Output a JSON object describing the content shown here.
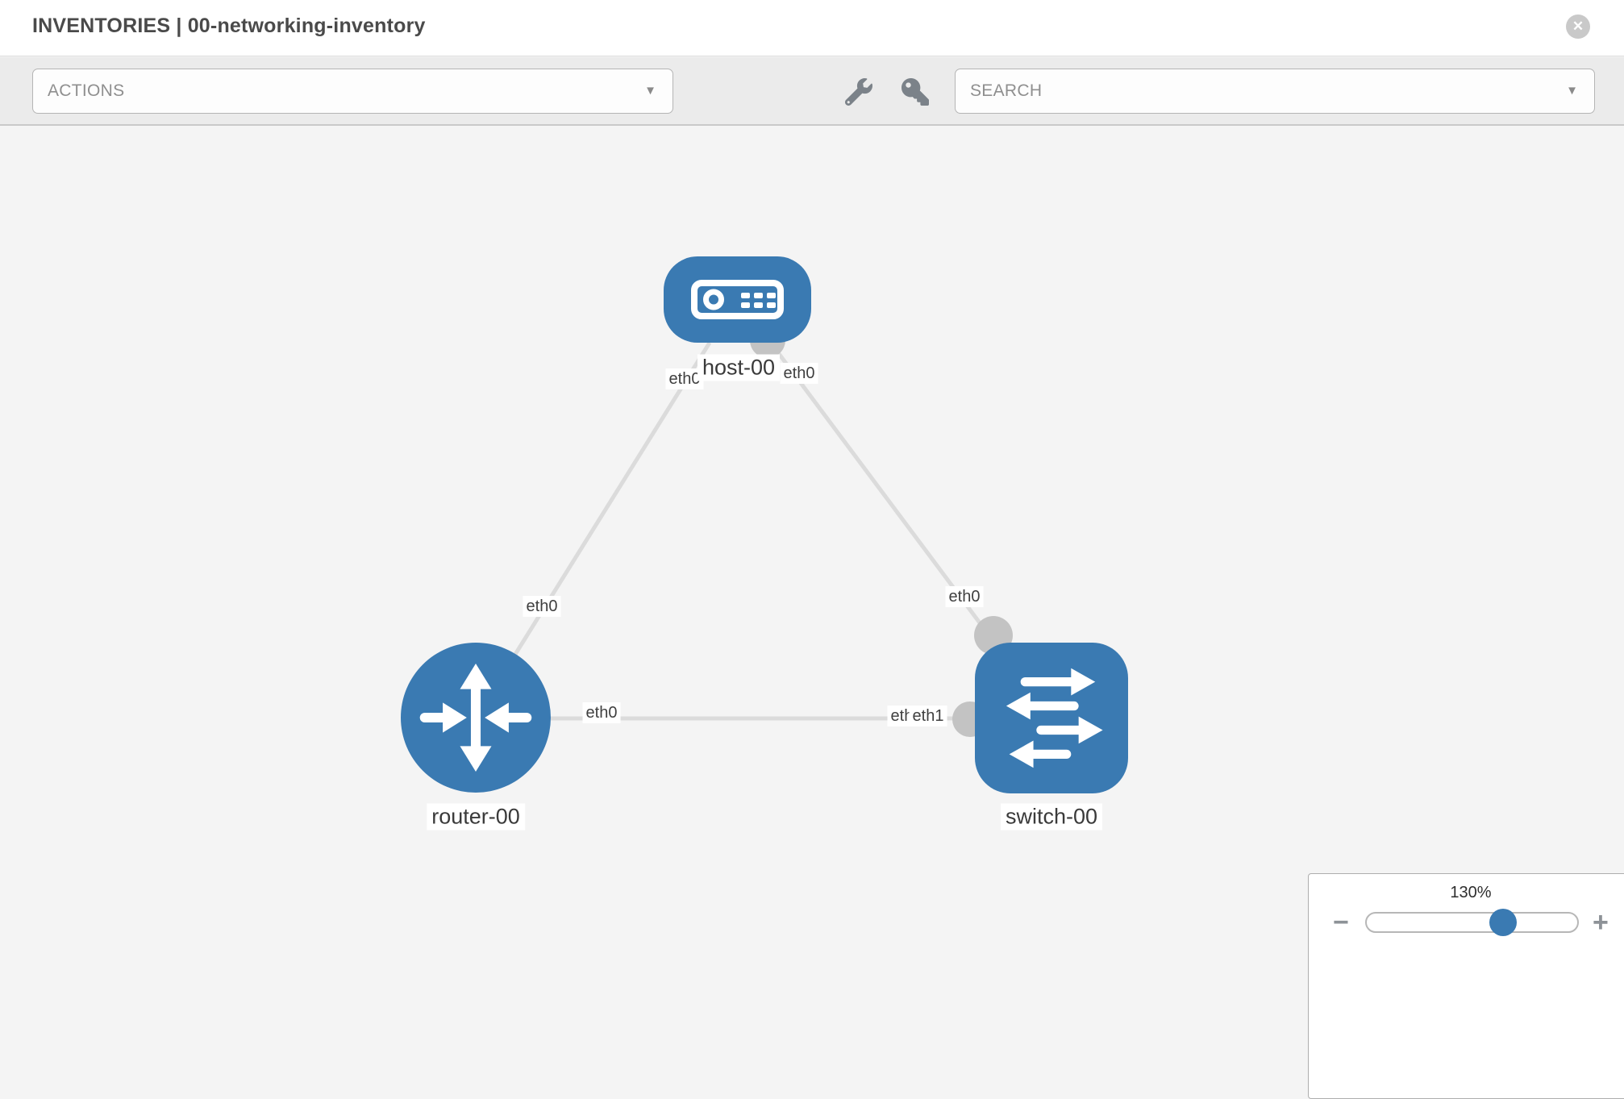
{
  "header": {
    "title": "INVENTORIES | 00-networking-inventory",
    "close_glyph": "✕"
  },
  "toolbar": {
    "actions_label": "ACTIONS",
    "search_placeholder": "SEARCH",
    "caret_glyph": "▼",
    "icons": [
      "wrench-icon",
      "key-icon"
    ]
  },
  "colors": {
    "node_blue": "#3a7ab2",
    "port_gray": "#c3c3c3",
    "link_gray": "#dbdbdb",
    "toolbar_bg": "#ebebeb",
    "canvas_bg": "#f4f4f4"
  },
  "topology": {
    "nodes": [
      {
        "id": "host-00",
        "type": "host",
        "label": "host-00"
      },
      {
        "id": "router-00",
        "type": "router",
        "label": "router-00"
      },
      {
        "id": "switch-00",
        "type": "switch",
        "label": "switch-00"
      }
    ],
    "links": [
      {
        "from": "router-00",
        "to": "host-00",
        "from_interface": "eth0",
        "to_interface": "eth0"
      },
      {
        "from": "host-00",
        "to": "switch-00",
        "from_interface": "eth0",
        "to_interface": "eth0"
      },
      {
        "from": "router-00",
        "to": "switch-00",
        "from_interface": "eth0",
        "to_interface": "eth1"
      }
    ],
    "overlapped_interface_label": "eth0"
  },
  "zoom_control": {
    "level": "130%",
    "minus_glyph": "−",
    "plus_glyph": "+"
  }
}
